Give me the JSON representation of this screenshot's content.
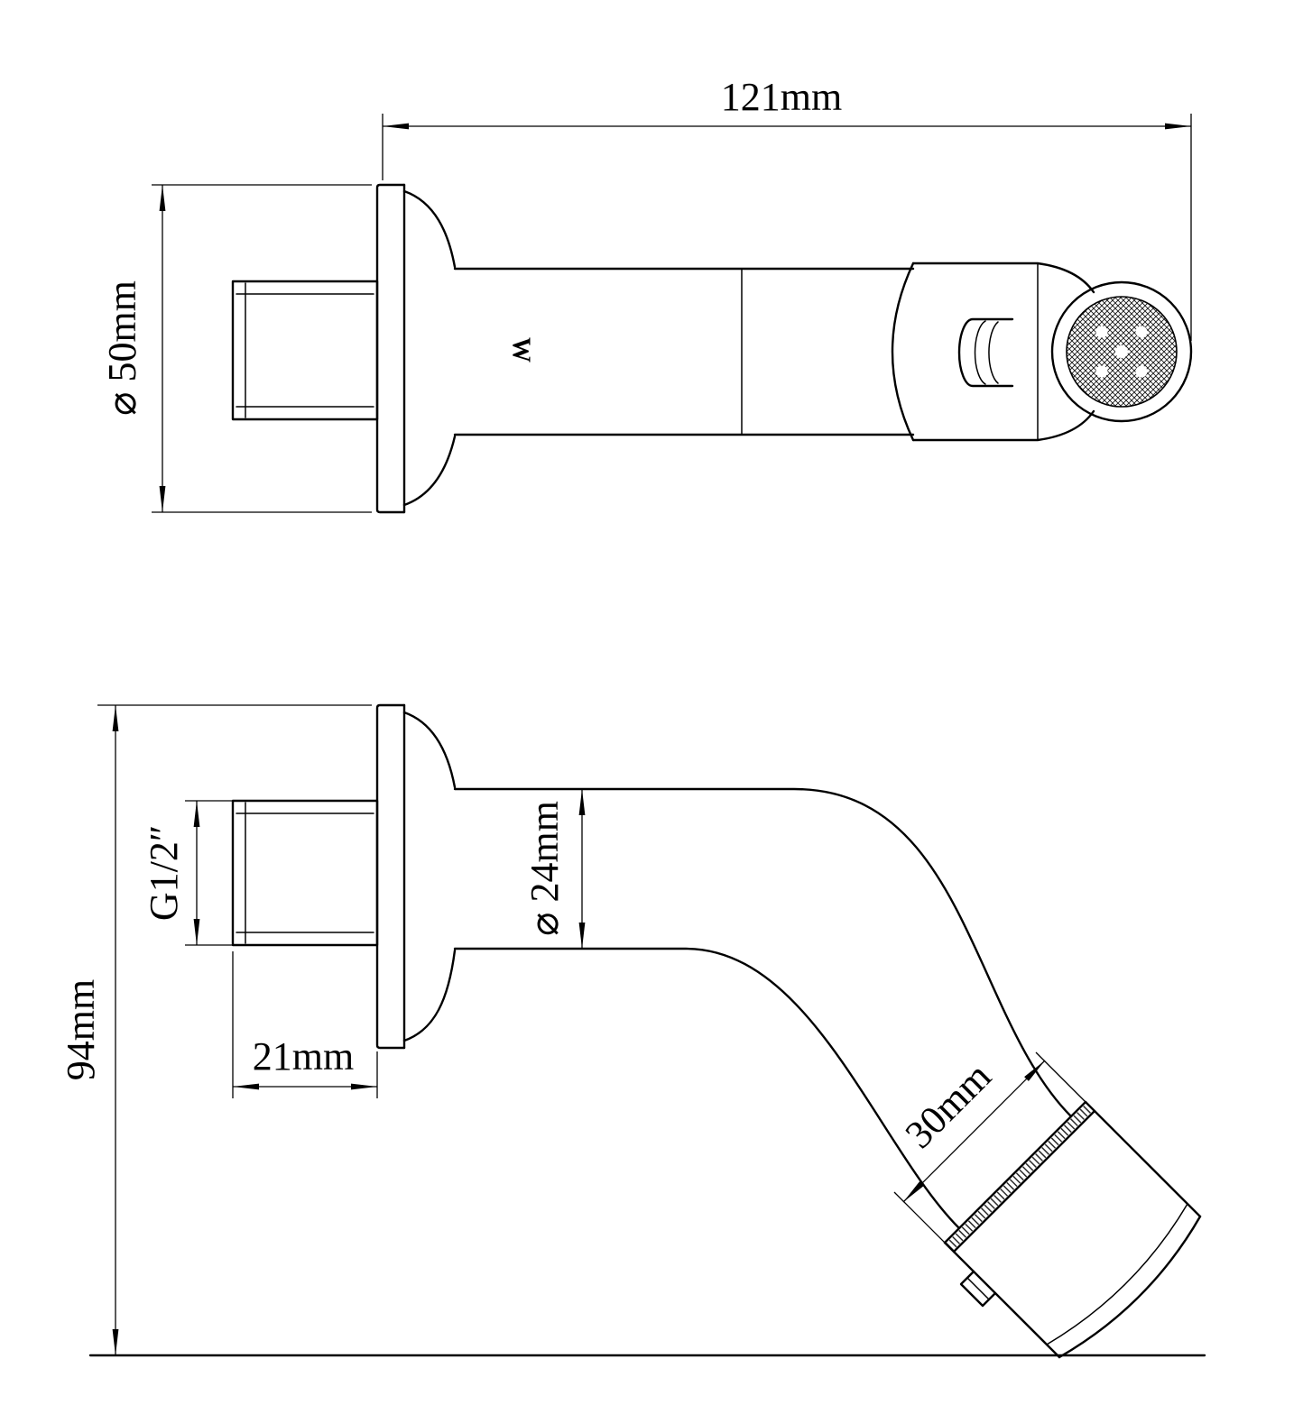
{
  "drawing": {
    "background": "#ffffff",
    "line_color": "#000000",
    "top_view": {
      "body_mark": "W"
    },
    "dimensions": {
      "overall_length": "121mm",
      "flange_diameter": "⌀ 50mm",
      "inlet_thread": "G1/2″",
      "inlet_length": "21mm",
      "tube_diameter": "⌀ 24mm",
      "overall_height": "94mm",
      "head_diameter": "30mm"
    }
  }
}
